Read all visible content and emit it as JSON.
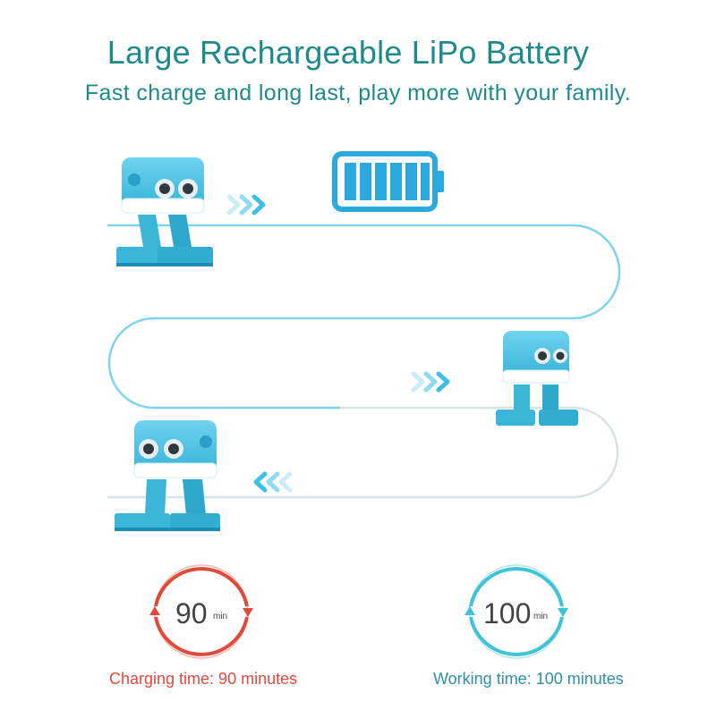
{
  "heading": {
    "title": "Large Rechargeable LiPo Battery",
    "subtitle": "Fast charge and long last, play more with your family."
  },
  "charging": {
    "value": "90",
    "unit": "min",
    "caption": "Charging time: 90 minutes"
  },
  "working": {
    "value": "100",
    "unit": "min",
    "caption": "Working time: 100 minutes"
  },
  "battery": {
    "level": 1.0
  },
  "colors": {
    "accent_blue": "#35b7e0",
    "robot_blue": "#36b4d8",
    "charging_red": "#e04a3a",
    "working_blue": "#3ec4d6",
    "title_teal": "#1f8a8a"
  },
  "icons": [
    "battery-full-icon",
    "chevron-right-icon",
    "chevron-left-icon",
    "clockwise-arrow-icon"
  ]
}
